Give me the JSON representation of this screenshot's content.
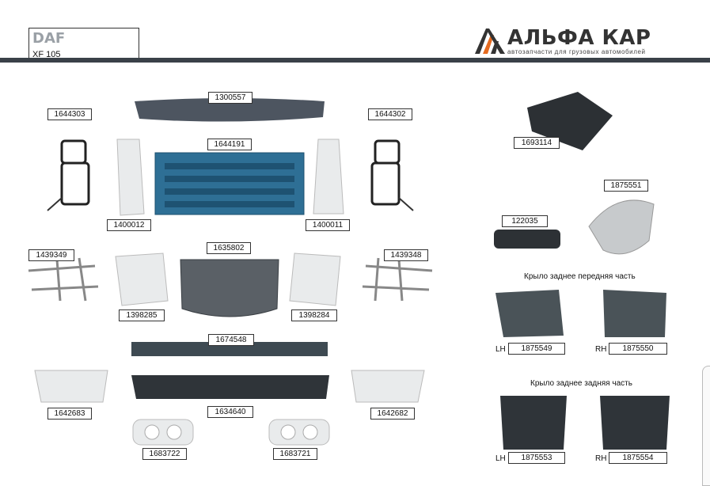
{
  "header": {
    "brand_logo": "DAF",
    "model": "XF 105",
    "company_name": "АЛЬФА КАР",
    "company_tagline": "автозапчасти для грузовых автомобилей"
  },
  "parts": {
    "sun_visor": "1300557",
    "grille_upper": "1644191",
    "mirror_right": "1644303",
    "mirror_left": "1644302",
    "deflector_right": "1400012",
    "deflector_left": "1400011",
    "bracket_right": "1439349",
    "bracket_left": "1439348",
    "grille_lower": "1635802",
    "headlamp_cover_right": "1398285",
    "headlamp_cover_left": "1398284",
    "bumper_beam": "1674548",
    "bumper": "1634640",
    "step_right": "1642683",
    "step_left": "1642682",
    "foglamp_frame_right": "1683722",
    "foglamp_frame_left": "1683721",
    "cabin_cover": "1693114",
    "fender_cap": "1875551",
    "handle": "122035",
    "rear_front_lh": "1875549",
    "rear_front_rh": "1875550",
    "rear_rear_lh": "1875553",
    "rear_rear_rh": "1875554"
  },
  "captions": {
    "rear_wing_front": "Крыло заднее передняя часть",
    "rear_wing_rear": "Крыло заднее задняя часть",
    "lh": "LH",
    "rh": "RH"
  },
  "colors": {
    "grille_blue": "#2e6f95",
    "part_grey": "#5a6066",
    "part_white": "#e9ebec",
    "topbar": "#3a4148",
    "logo_orange": "#e56a1f"
  }
}
